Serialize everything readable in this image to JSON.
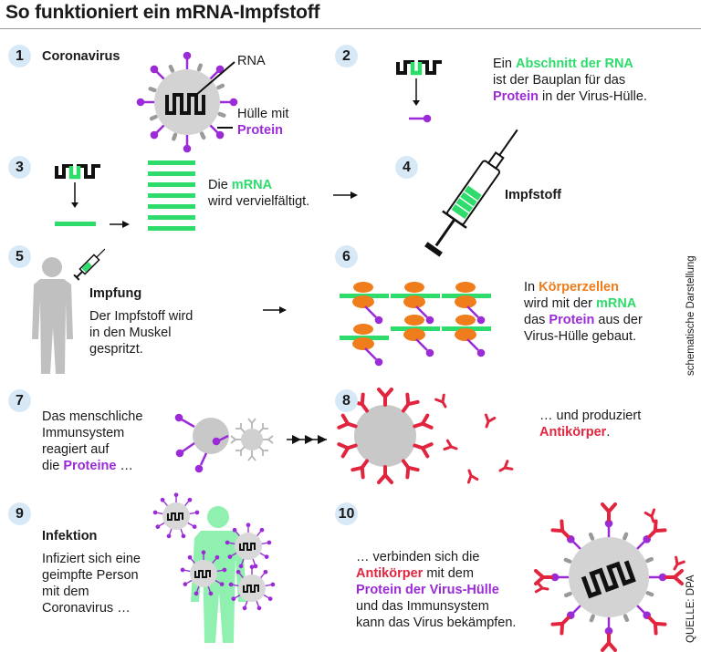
{
  "title": "So funktioniert ein mRNA-Impfstoff",
  "side_label": "schematische Darstellung",
  "source": "QUELLE: DPA",
  "colors": {
    "green": "#2ddc6b",
    "purple": "#9a2bd6",
    "orange": "#f07d1c",
    "red": "#e2253f",
    "gray": "#c8c8c8",
    "number_bg": "#d7e9f7"
  },
  "steps": [
    {
      "number": "1",
      "heading": "Coronavirus",
      "label_rna": "RNA",
      "label_shell": "Hülle mit",
      "label_protein": "Protein"
    },
    {
      "number": "2",
      "t1": "Ein ",
      "t2": "Abschnitt der RNA",
      "t3": "ist der Bauplan für das",
      "t4": "Protein",
      "t5": " in der Virus-Hülle."
    },
    {
      "number": "3",
      "t1": "Die ",
      "t2": "mRNA",
      "t3": "wird vervielfältigt."
    },
    {
      "number": "4",
      "heading": "Impfstoff"
    },
    {
      "number": "5",
      "heading": "Impfung",
      "t1": "Der Impfstoff wird",
      "t2": "in den Muskel",
      "t3": "gespritzt."
    },
    {
      "number": "6",
      "t1": "In ",
      "t2": "Körperzellen",
      "t3": "wird mit der ",
      "t4": "mRNA",
      "t5": "das ",
      "t6": "Protein",
      "t7": " aus der",
      "t8": "Virus-Hülle gebaut."
    },
    {
      "number": "7",
      "t1": "Das menschliche",
      "t2": "Immunsystem",
      "t3": "reagiert auf",
      "t4": "die ",
      "t5": "Proteine",
      "t6": " …"
    },
    {
      "number": "8",
      "t1": "… und produziert",
      "t2": "Antikörper",
      "t3": "."
    },
    {
      "number": "9",
      "heading": "Infektion",
      "t1": "Infiziert sich eine",
      "t2": "geimpfte Person",
      "t3": "mit dem",
      "t4": "Coronavirus …"
    },
    {
      "number": "10",
      "t1": "… verbinden sich die",
      "t2": "Antikörper",
      "t3": " mit dem",
      "t4": "Protein der Virus-Hülle",
      "t5": "und das Immunsystem",
      "t6": "kann das Virus bekämpfen."
    }
  ]
}
